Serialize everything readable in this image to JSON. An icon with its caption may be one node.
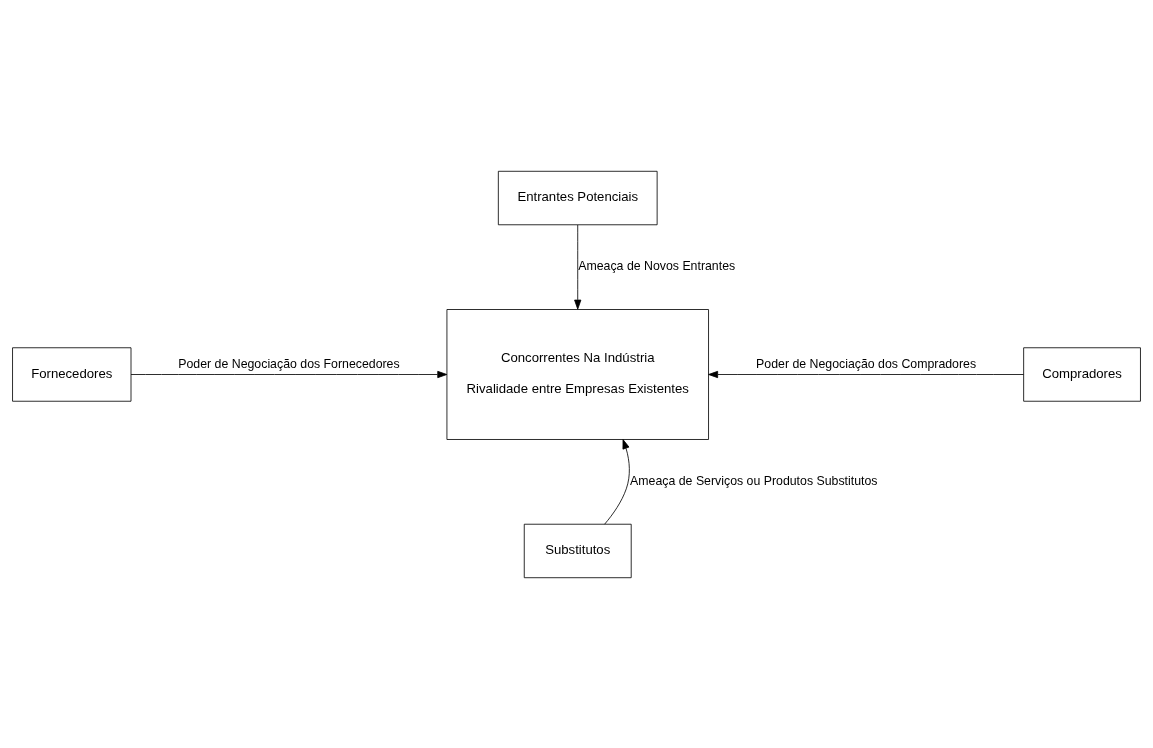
{
  "diagram": {
    "nodes": [
      {
        "text": [
          "Entrantes Potenciais"
        ]
      },
      {
        "text": [
          "Fornecedores"
        ]
      },
      {
        "text": [
          "Concorrentes Na Indústria",
          "Rivalidade entre Empresas Existentes"
        ]
      },
      {
        "text": [
          "Compradores"
        ]
      },
      {
        "text": [
          "Substitutos"
        ]
      }
    ],
    "edges": [
      {
        "from": 0,
        "to": 2,
        "arrow": "to",
        "label": "Ameaça de Novos Entrantes"
      },
      {
        "from": 1,
        "to": 2,
        "arrow": "to",
        "label": "Poder de Negociação dos Fornecedores"
      },
      {
        "from": 3,
        "to": 2,
        "arrow": "to",
        "label": "Poder de Negociação dos Compradores"
      },
      {
        "from": 4,
        "to": 2,
        "arrow": "to",
        "label": "Ameaça de Serviços ou Produtos Substitutos"
      }
    ]
  }
}
